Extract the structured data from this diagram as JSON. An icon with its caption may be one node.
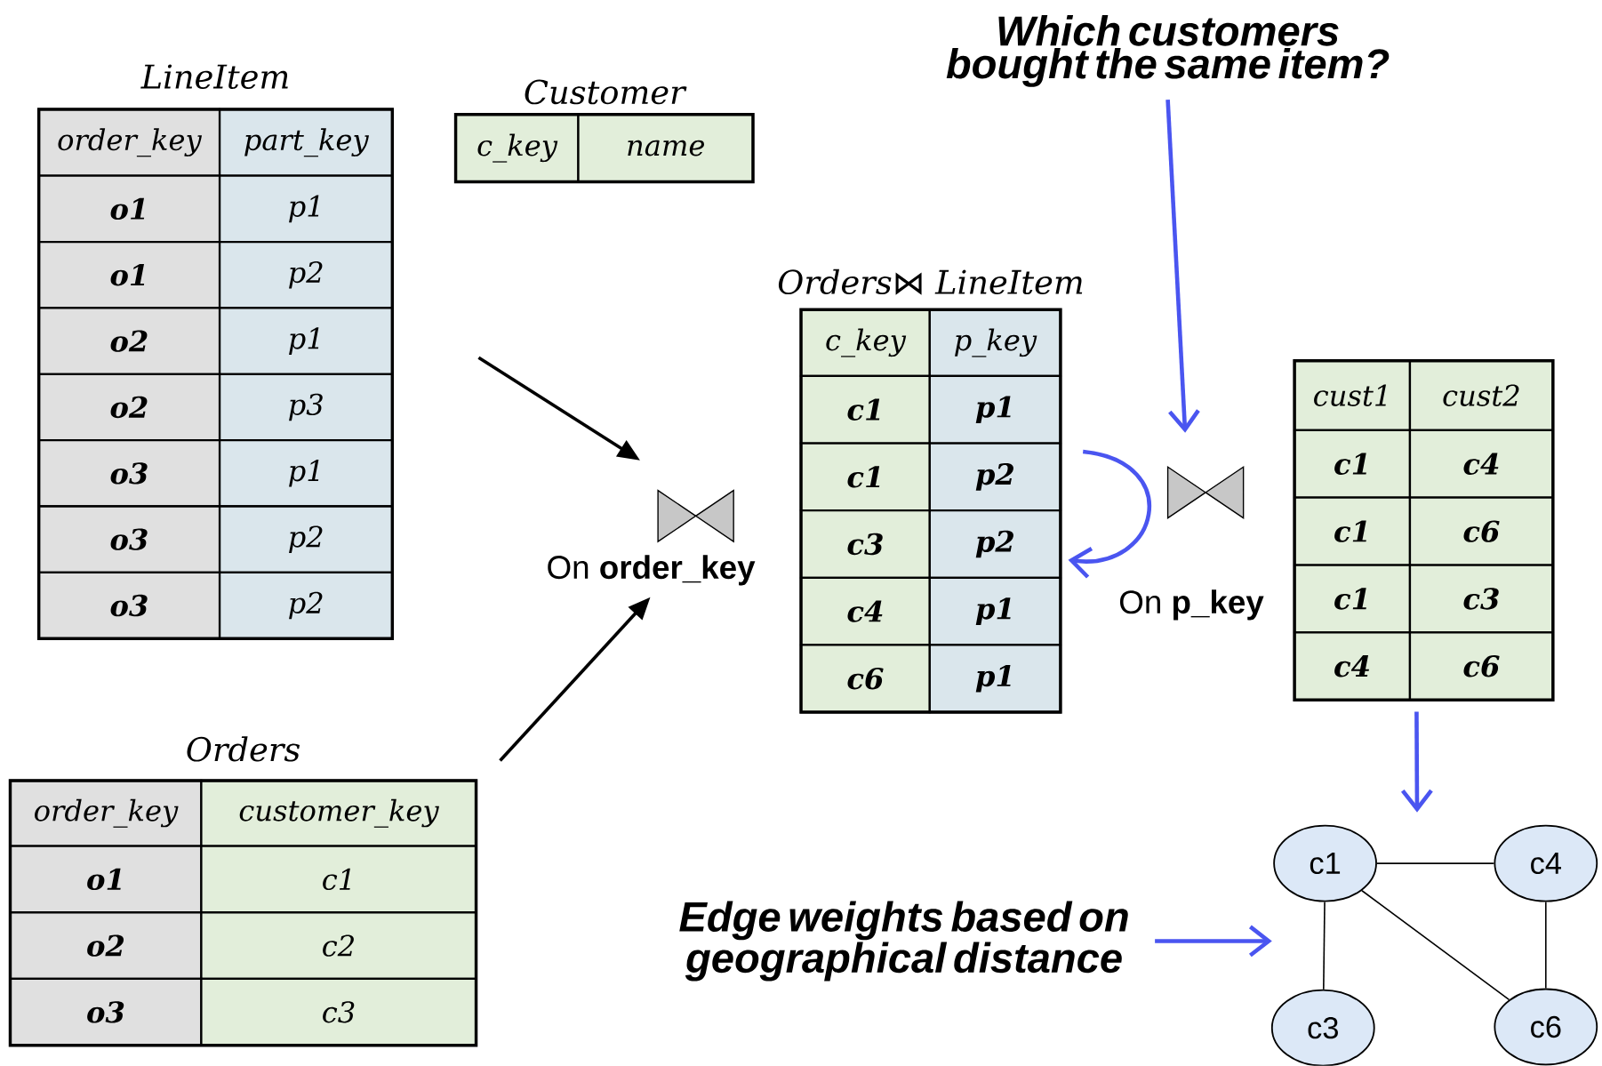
{
  "diagram": {
    "nodes": [
      {
        "text": [
          "LineItem",
          "order_key",
          "part_key",
          "o1",
          "p1",
          "o1",
          "p2",
          "o2",
          "p1",
          "o2",
          "p3",
          "o3",
          "p1",
          "o3",
          "p2",
          "o3",
          "p2"
        ]
      },
      {
        "text": [
          "Customer",
          "c_key",
          "name"
        ]
      },
      {
        "text": [
          "Which customers bought the same item?"
        ]
      },
      {
        "text": [
          "Orders⋈ LineItem",
          "c_key",
          "p_key",
          "c1",
          "p1",
          "c1",
          "p2",
          "c3",
          "p2",
          "c4",
          "p1",
          "c6",
          "p1"
        ]
      },
      {
        "text": [],
        "shape": "bowtie",
        "beside": [
          "On **order_key**"
        ]
      },
      {
        "text": [],
        "shape": "bowtie"
      },
      {
        "text": [
          "cust1",
          "cust2",
          "c1",
          "c4",
          "c1",
          "c6",
          "c1",
          "c3",
          "c4",
          "c6"
        ]
      },
      {
        "text": [
          "Orders",
          "order_key",
          "customer_key",
          "o1",
          "c1",
          "o2",
          "c2",
          "o3",
          "c3"
        ]
      },
      {
        "text": [
          "c1"
        ]
      },
      {
        "text": [
          "c4"
        ]
      },
      {
        "text": [
          "Edge weights based on geographical distance"
        ]
      },
      {
        "text": [
          "c3"
        ]
      },
      {
        "text": [
          "c6"
        ]
      }
    ],
    "edges": [
      {
        "from": 0,
        "to": 4,
        "arrow": "to"
      },
      {
        "from": 7,
        "to": 4,
        "arrow": "to"
      },
      {
        "from": null,
        "to": 3,
        "arrow": "to",
        "color": "#4a55f0"
      },
      {
        "from": 2,
        "to": 5,
        "arrow": "to",
        "color": "#4a55f0"
      },
      {
        "from": 6,
        "to": null,
        "arrow": "to",
        "color": "#4a55f0"
      },
      {
        "from": 10,
        "to": null,
        "arrow": "to",
        "color": "#4a55f0"
      },
      {
        "from": 8,
        "to": 9,
        "arrow": "none"
      },
      {
        "from": 8,
        "to": 11,
        "arrow": "none"
      },
      {
        "from": 8,
        "to": 12,
        "arrow": "none"
      },
      {
        "from": 9,
        "to": 12,
        "arrow": "none"
      }
    ],
    "labels": [
      "On **p_key**"
    ]
  }
}
